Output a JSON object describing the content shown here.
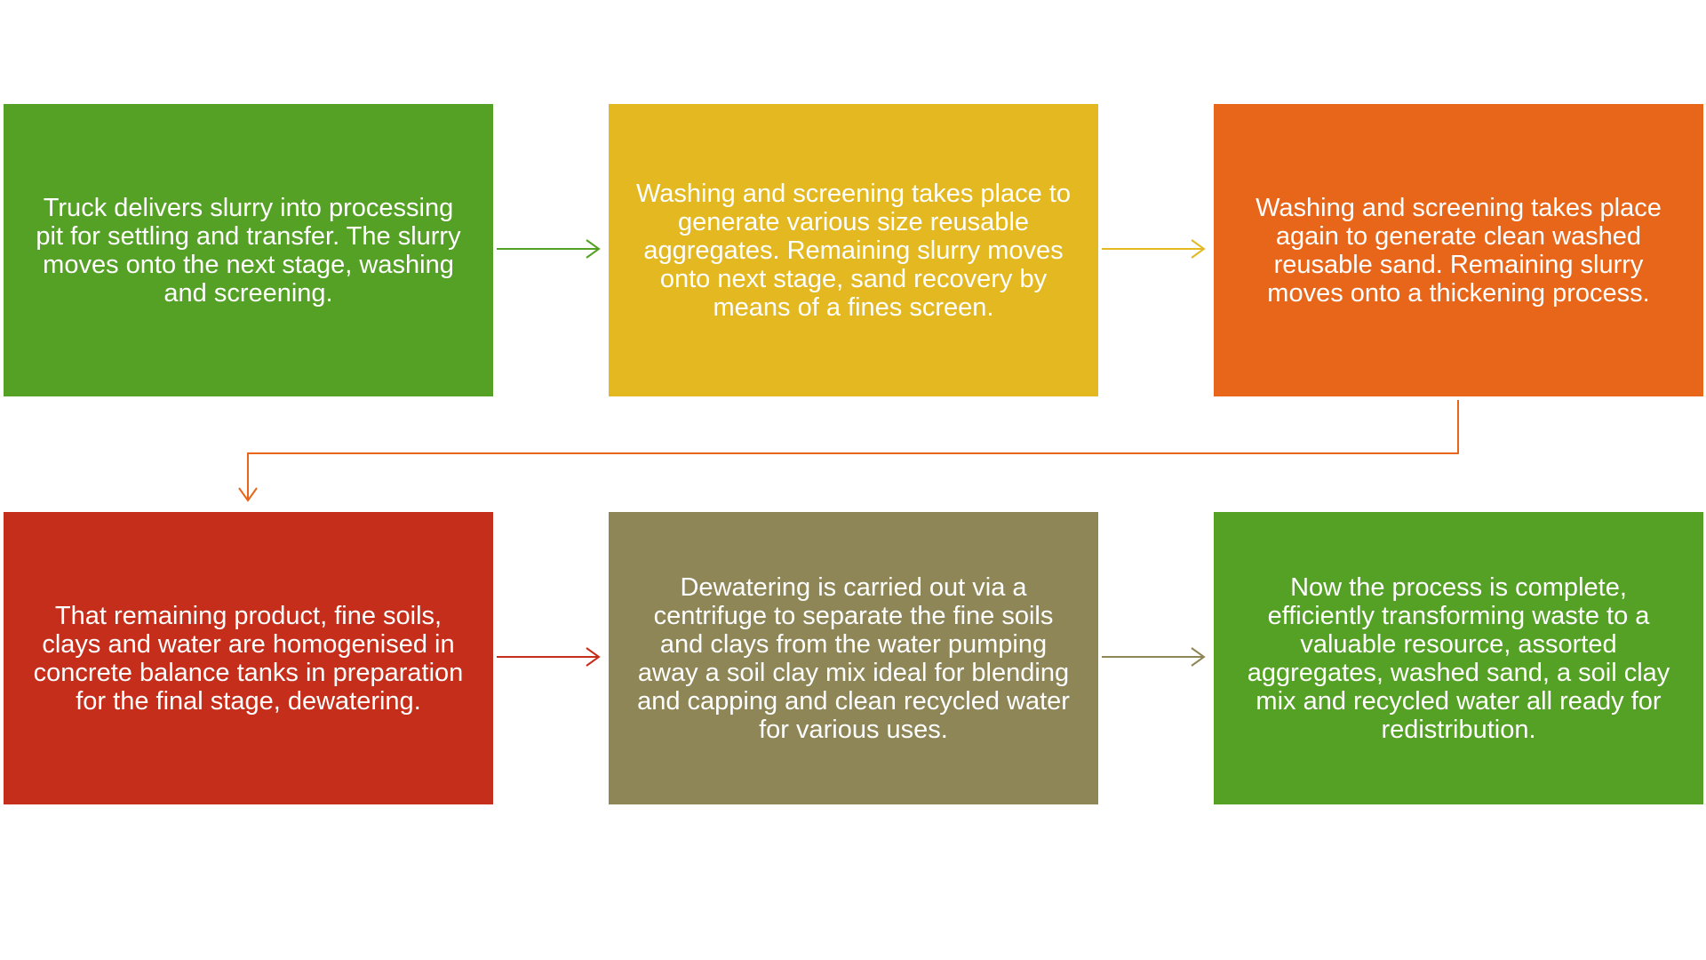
{
  "steps": [
    {
      "text": "Truck delivers slurry into processing pit for settling and transfer. The slurry moves onto the next stage, washing and screening.",
      "color": "#55A125"
    },
    {
      "text": "Washing and screening takes place to generate various size reusable aggregates. Remaining slurry moves onto next stage, sand recovery by means of a fines screen.",
      "color": "#E3B820"
    },
    {
      "text": "Washing and screening takes place again to generate clean washed reusable sand. Remaining slurry moves onto a thickening process.",
      "color": "#E7661A"
    },
    {
      "text": "That remaining product, fine soils, clays and water are homogenised in concrete balance tanks in preparation for the final stage, dewatering.",
      "color": "#C42E1A"
    },
    {
      "text": "Dewatering is carried out via a centrifuge to separate the fine soils and clays from the water pumping away a soil clay mix ideal for blending and capping and clean recycled water for various uses.",
      "color": "#8E8656"
    },
    {
      "text": "Now the process is complete, efficiently transforming waste to a valuable resource, assorted aggregates, washed sand, a soil clay mix and recycled water all ready for redistribution.",
      "color": "#55A125"
    }
  ],
  "connector_colors": {
    "arrow_1_2": "#55A125",
    "arrow_2_3": "#E3B820",
    "arrow_3_4": "#E7661A",
    "arrow_4_5": "#C42E1A",
    "arrow_5_6": "#8E8656"
  }
}
